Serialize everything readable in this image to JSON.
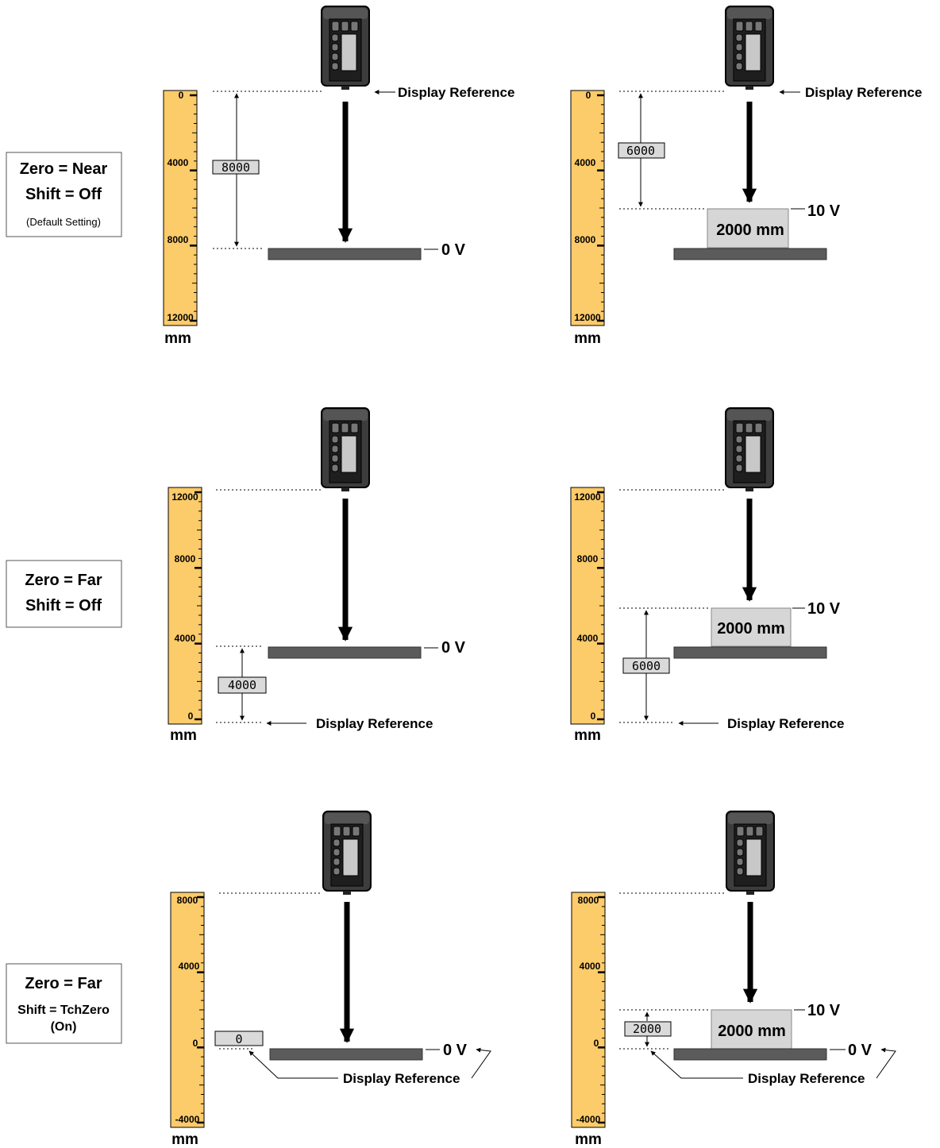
{
  "settings": [
    {
      "line1": "Zero = Near",
      "line2": "Shift = Off",
      "line3": "(Default Setting)"
    },
    {
      "line1": "Zero = Far",
      "line2": "Shift = Off"
    },
    {
      "line1": "Zero = Far",
      "line2": "Shift = TchZero",
      "line3": "(On)"
    }
  ],
  "display_reference_label": "Display Reference",
  "voltage_low": "0 V",
  "voltage_high": "10 V",
  "unit": "mm",
  "target_label": "2000 mm",
  "scales": {
    "near": [
      "0",
      "4000",
      "8000",
      "12000"
    ],
    "far": [
      "12000",
      "8000",
      "4000",
      "0"
    ],
    "shift": [
      "8000",
      "4000",
      "0",
      "-4000"
    ]
  },
  "distances": {
    "r1_left": "8000",
    "r1_right": "6000",
    "r2_left": "4000",
    "r2_right": "6000",
    "r3_left": "0",
    "r3_right": "2000"
  },
  "colors": {
    "ruler_fill": "#FCCB6A",
    "plate": "#5b5b5b",
    "target_box": "#d6d6d6",
    "sensor_body": "#3d3d3d"
  }
}
